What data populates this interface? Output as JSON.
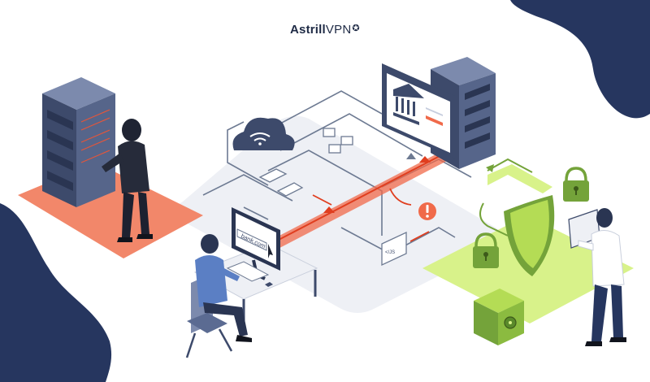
{
  "brand": {
    "name_bold": "Astrill",
    "name_regular": "VPN",
    "mark": "✪"
  },
  "screen": {
    "url_text": "bank.com"
  },
  "code_window": {
    "label": "</JS"
  },
  "colors": {
    "navy_blob": "#26365f",
    "platform": "#eef0f5",
    "danger_zone": "#f2876a",
    "safe_zone": "#d8f28a",
    "attack_beam": "#f06a4a",
    "secure_green": "#74a33a",
    "server": "#4b5a7e",
    "line": "#6d7a92"
  },
  "icons": [
    "cloud-wifi-icon",
    "bank-icon",
    "warning-icon",
    "padlock-icon",
    "shield-icon",
    "safe-icon",
    "arrow-icon"
  ]
}
